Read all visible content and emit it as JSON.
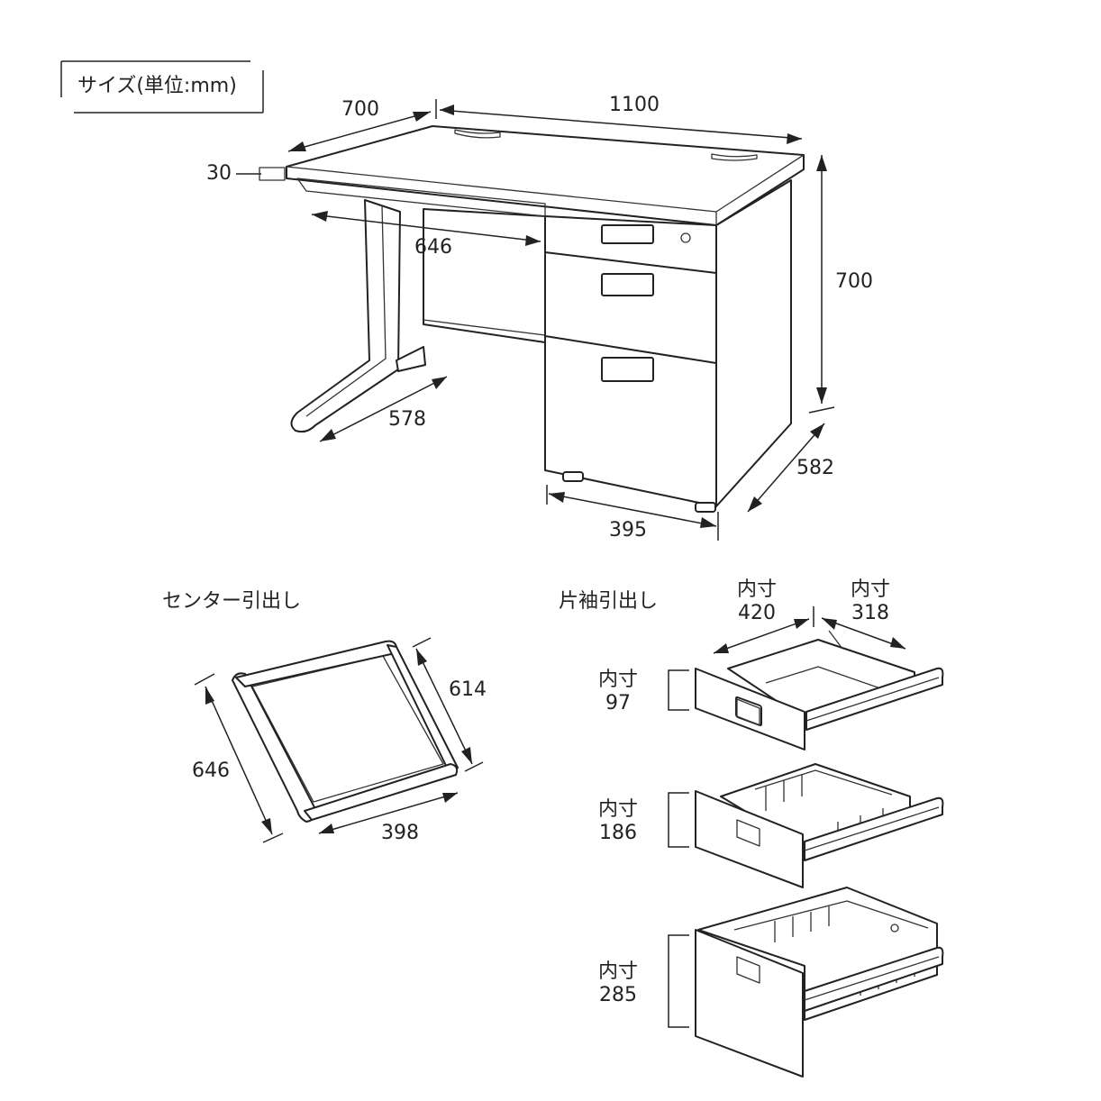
{
  "header": {
    "size_label": "サイズ(単位:mm)"
  },
  "desk": {
    "depth_top": "700",
    "width": "1100",
    "thickness": "30",
    "center_width": "646",
    "height": "700",
    "leg_depth": "578",
    "pedestal_depth": "582",
    "pedestal_width": "395"
  },
  "center_drawer": {
    "title": "センター引出し",
    "depth": "646",
    "side": "614",
    "width": "398"
  },
  "side_drawers": {
    "title": "片袖引出し",
    "inner_prefix": "内寸",
    "inner_width": "420",
    "inner_depth": "318",
    "drawers": [
      {
        "height": "97"
      },
      {
        "height": "186"
      },
      {
        "height": "285"
      }
    ]
  },
  "colors": {
    "line": "#222222",
    "background": "#ffffff"
  }
}
